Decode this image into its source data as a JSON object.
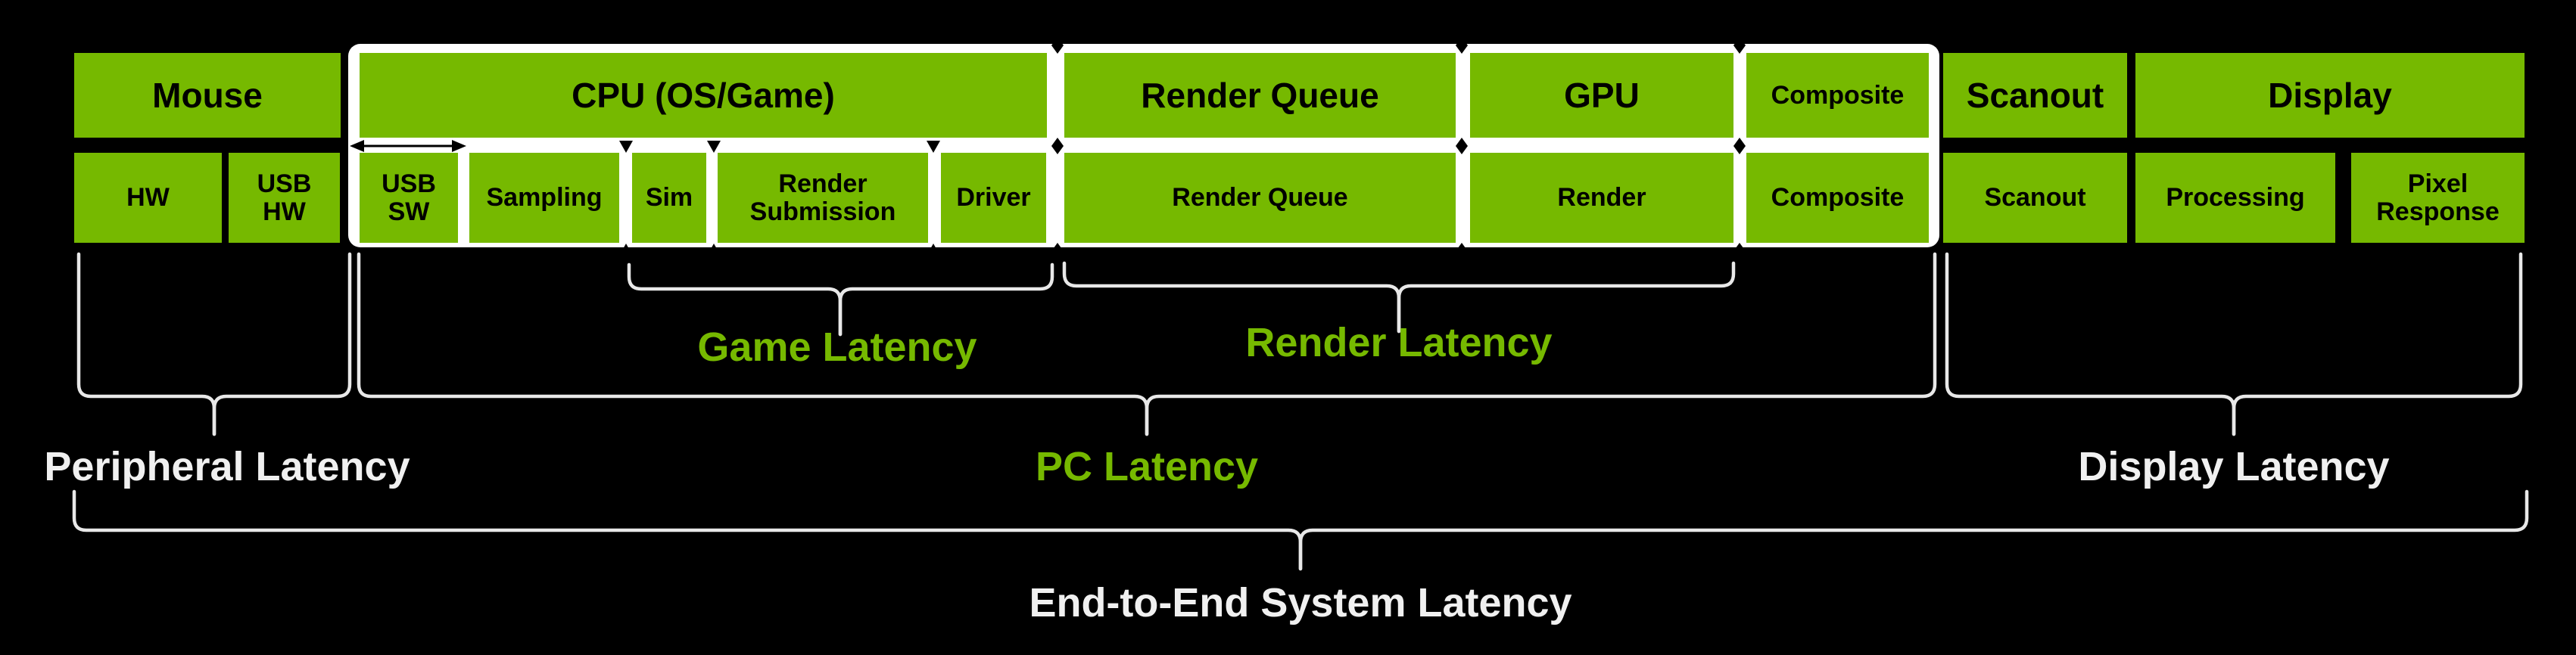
{
  "colors": {
    "background": "#000000",
    "stage_green": "#76b900",
    "stage_text": "#000000",
    "pc_container_white": "#ffffff",
    "brace_white": "#e8e8e8",
    "label_white": "#f0f0f0",
    "label_green": "#76b900",
    "dimension_marks": "#000000"
  },
  "stages_top": [
    {
      "label": "Mouse"
    },
    {
      "label": "CPU (OS/Game)"
    },
    {
      "label": "Render Queue"
    },
    {
      "label": "GPU"
    },
    {
      "label": "Composite"
    },
    {
      "label": "Scanout"
    },
    {
      "label": "Display"
    }
  ],
  "substages": [
    {
      "label": "HW"
    },
    {
      "label": "USB\nHW"
    },
    {
      "label": "USB\nSW"
    },
    {
      "label": "Sampling"
    },
    {
      "label": "Sim"
    },
    {
      "label": "Render\nSubmission"
    },
    {
      "label": "Driver"
    },
    {
      "label": "Render Queue"
    },
    {
      "label": "Render"
    },
    {
      "label": "Composite"
    },
    {
      "label": "Scanout"
    },
    {
      "label": "Processing"
    },
    {
      "label": "Pixel\nResponse"
    }
  ],
  "latency_labels": {
    "game": "Game Latency",
    "render": "Render Latency",
    "peripheral": "Peripheral Latency",
    "pc": "PC Latency",
    "display": "Display Latency",
    "end_to_end": "End-to-End System Latency"
  }
}
